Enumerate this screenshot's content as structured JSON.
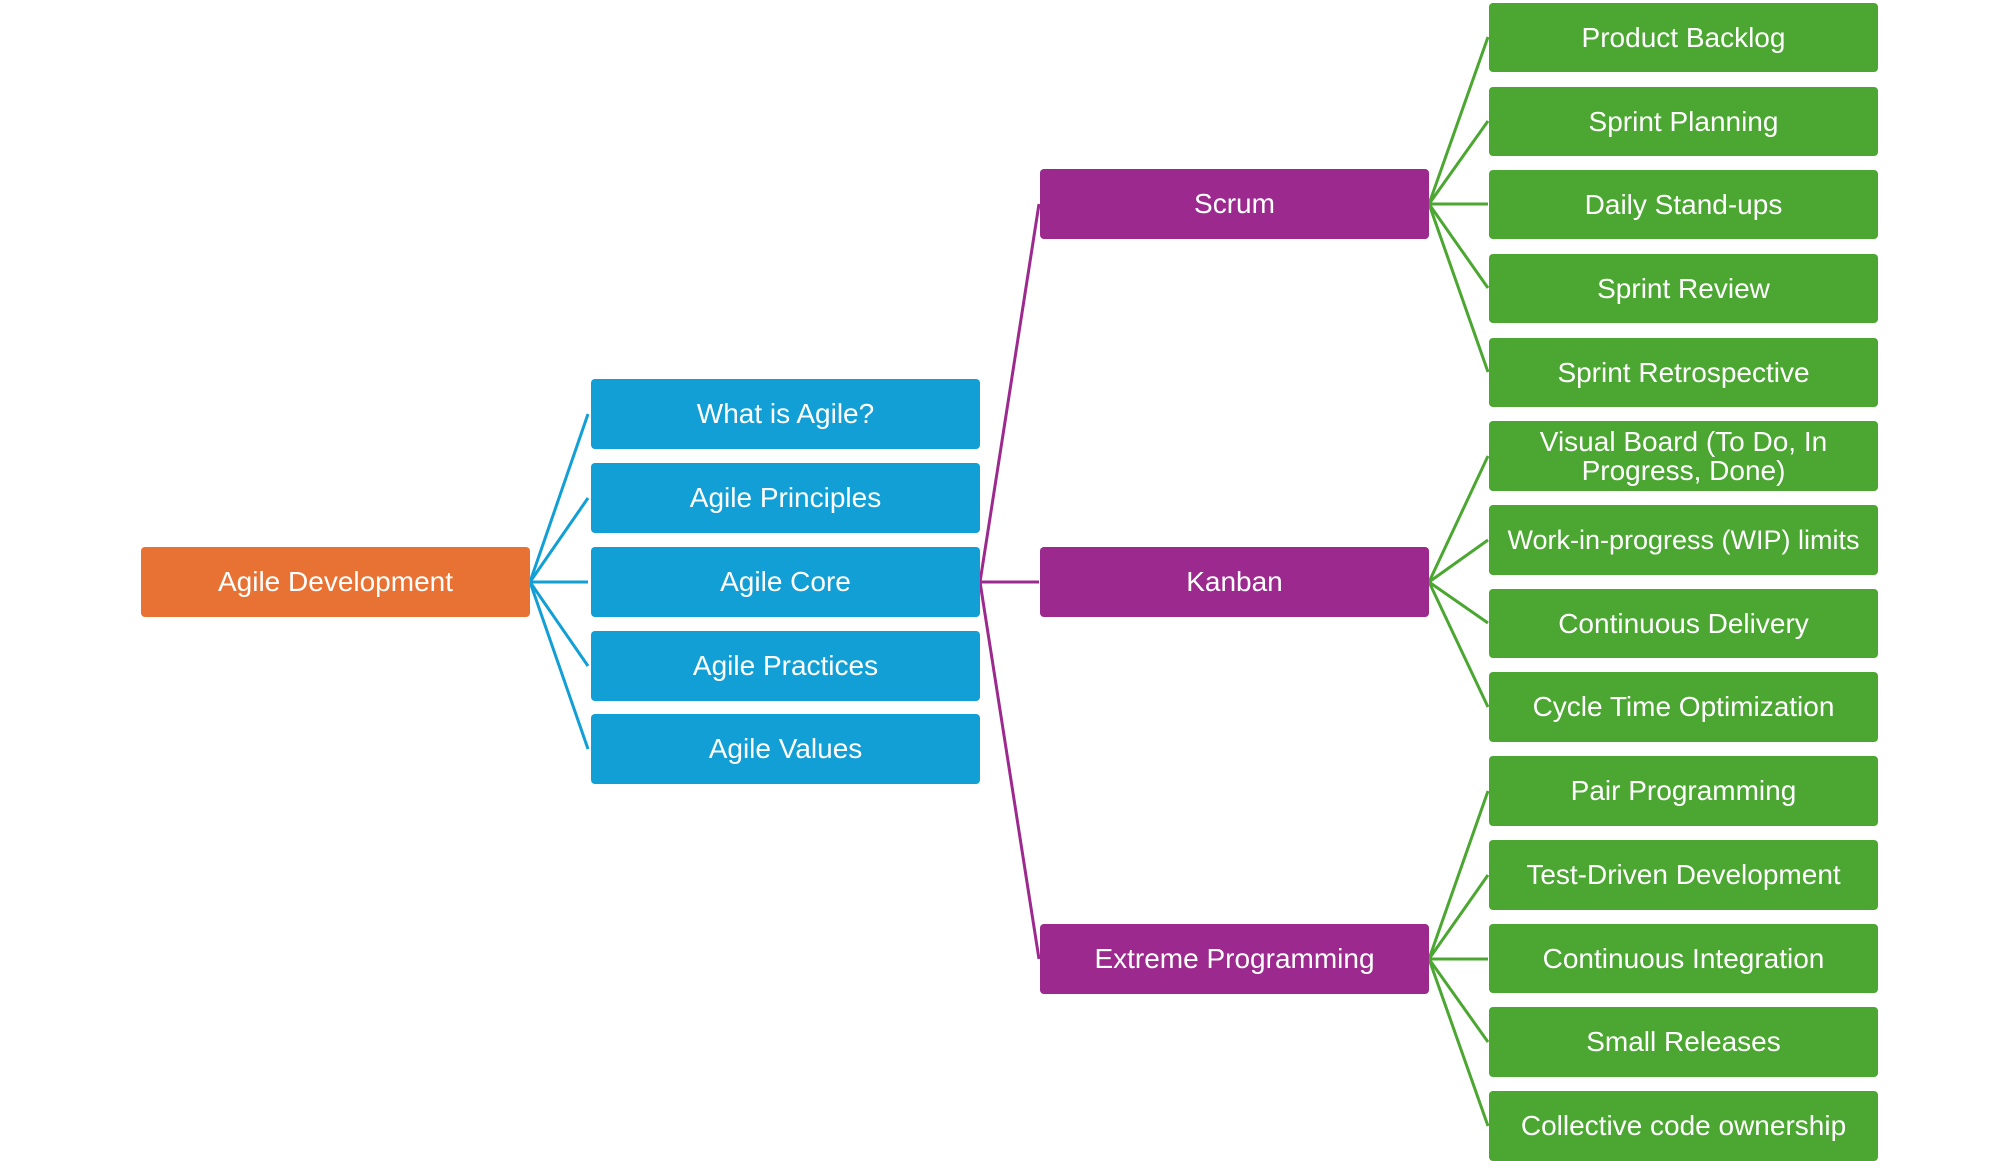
{
  "colors": {
    "root": "#e87234",
    "topic": "#129fd6",
    "framework": "#9c2a8e",
    "practice": "#4ba731",
    "background": "#ffffff"
  },
  "root": {
    "label": "Agile Development"
  },
  "topics": [
    {
      "label": "What is Agile?"
    },
    {
      "label": "Agile Principles"
    },
    {
      "label": "Agile Core"
    },
    {
      "label": "Agile Practices"
    },
    {
      "label": "Agile Values"
    }
  ],
  "frameworks": [
    {
      "label": "Scrum",
      "items": [
        {
          "label": "Product Backlog"
        },
        {
          "label": "Sprint Planning"
        },
        {
          "label": "Daily Stand-ups"
        },
        {
          "label": "Sprint Review"
        },
        {
          "label": "Sprint Retrospective"
        }
      ]
    },
    {
      "label": "Kanban",
      "items": [
        {
          "label": "Visual Board (To Do, In Progress, Done)"
        },
        {
          "label": "Work-in-progress (WIP) limits"
        },
        {
          "label": "Continuous Delivery"
        },
        {
          "label": "Cycle Time Optimization"
        }
      ]
    },
    {
      "label": "Extreme Programming",
      "items": [
        {
          "label": "Pair Programming"
        },
        {
          "label": "Test-Driven Development"
        },
        {
          "label": "Continuous Integration"
        },
        {
          "label": "Small Releases"
        },
        {
          "label": "Collective code ownership"
        }
      ]
    }
  ]
}
